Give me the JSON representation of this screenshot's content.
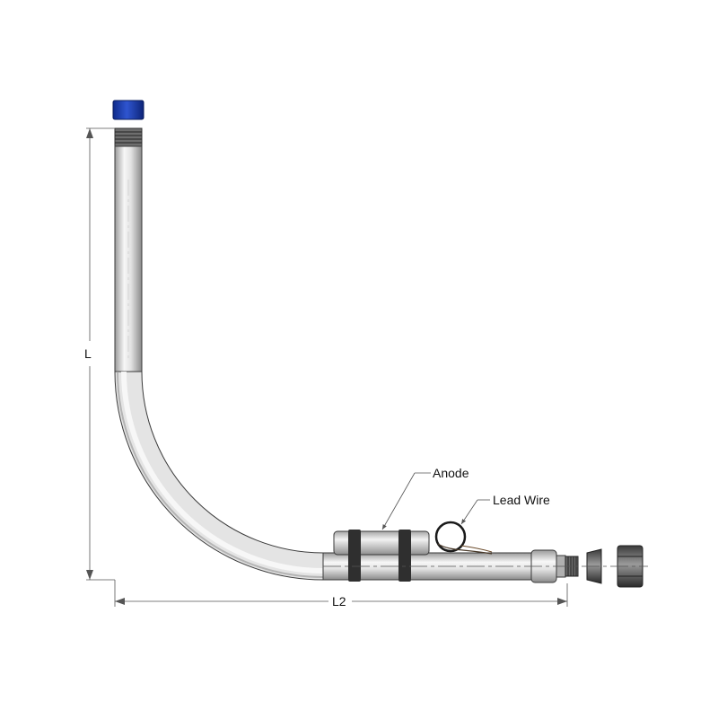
{
  "dimensions": {
    "vertical_label": "L",
    "horizontal_label": "L2"
  },
  "callouts": {
    "anode": "Anode",
    "lead_wire": "Lead Wire"
  },
  "colors": {
    "cap": "#1f3fae",
    "pipe_light": "#f4f4f4",
    "pipe_dark": "#8c8c8c",
    "outline": "#3a3a3a",
    "dim_line": "#555555"
  }
}
